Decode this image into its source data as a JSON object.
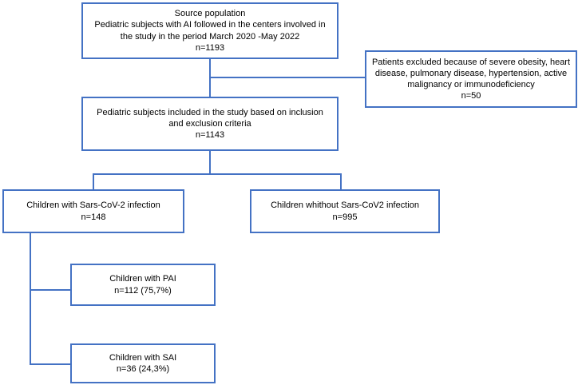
{
  "colors": {
    "accent": "#4472C4",
    "text": "#000000",
    "background": "#ffffff"
  },
  "diagram": {
    "type": "flowchart",
    "boxes": {
      "source": {
        "lines": [
          "Source population",
          "Pediatric subjects with AI followed in the centers involved in",
          "the study in the period March 2020 -May 2022",
          "n=1193"
        ]
      },
      "excluded": {
        "lines": [
          "Patients excluded because of severe obesity, heart",
          "disease, pulmonary disease, hypertension, active",
          "malignancy or immunodeficiency",
          "n=50"
        ]
      },
      "included": {
        "lines": [
          "Pediatric subjects included in the study based on inclusion",
          "and exclusion criteria",
          "n=1143"
        ]
      },
      "covid": {
        "lines": [
          "Children with Sars-CoV-2 infection",
          "n=148"
        ]
      },
      "no_covid": {
        "lines": [
          "Children whithout Sars-CoV2 infection",
          "n=995"
        ]
      },
      "pai": {
        "lines": [
          "Children with PAI",
          "n=112 (75,7%)"
        ]
      },
      "sai": {
        "lines": [
          "Children with SAI",
          "n=36 (24,3%)"
        ]
      }
    }
  }
}
